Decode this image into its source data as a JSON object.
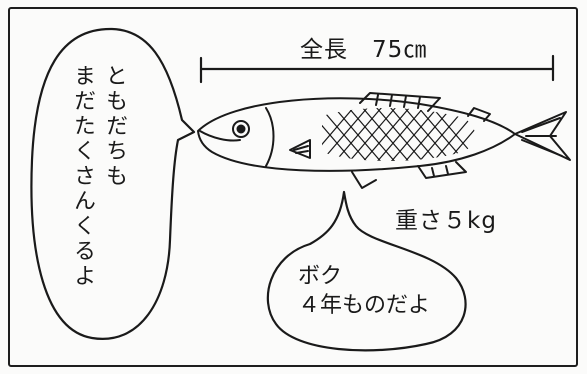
{
  "length_label": "全長　75㎝",
  "weight_label": "重さ５kg",
  "speech_left": {
    "line1": "ともだちも",
    "line2": "まだたくさんくるよ"
  },
  "speech_right": {
    "text": "ボク\n４年ものだよ"
  },
  "colors": {
    "ink": "#1a1a1a",
    "paper": "#fbfbfa"
  }
}
